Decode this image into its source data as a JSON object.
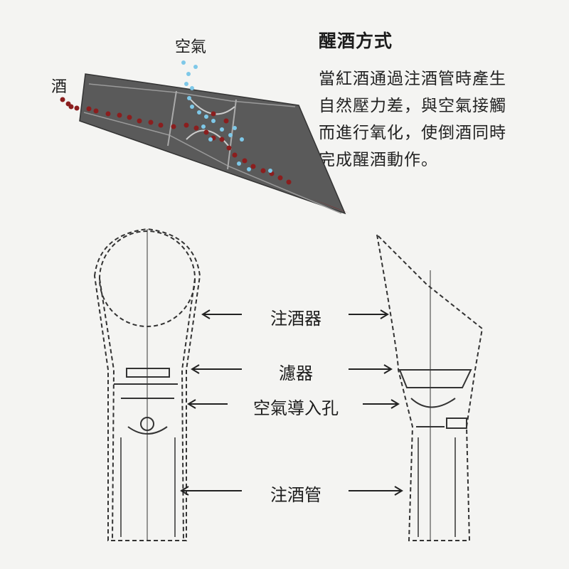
{
  "diagram": {
    "title": "醒酒方式",
    "description_lines": [
      "當紅酒通過注酒管時產生",
      "自然壓力差，與空氣接觸",
      "而進行氧化，使倒酒同時",
      "完成醒酒動作。"
    ],
    "top_labels": {
      "air": "空氣",
      "wine": "酒"
    },
    "parts": [
      {
        "id": "pourer",
        "label": "注酒器"
      },
      {
        "id": "filter",
        "label": "濾器"
      },
      {
        "id": "air-hole",
        "label": "空氣導入孔"
      },
      {
        "id": "tube",
        "label": "注酒管"
      }
    ],
    "colors": {
      "background": "#f4f4f2",
      "body": "#555555",
      "wine_drop": "#8b1e1e",
      "air_bubble": "#7ec8e8",
      "outline": "#333333"
    }
  }
}
